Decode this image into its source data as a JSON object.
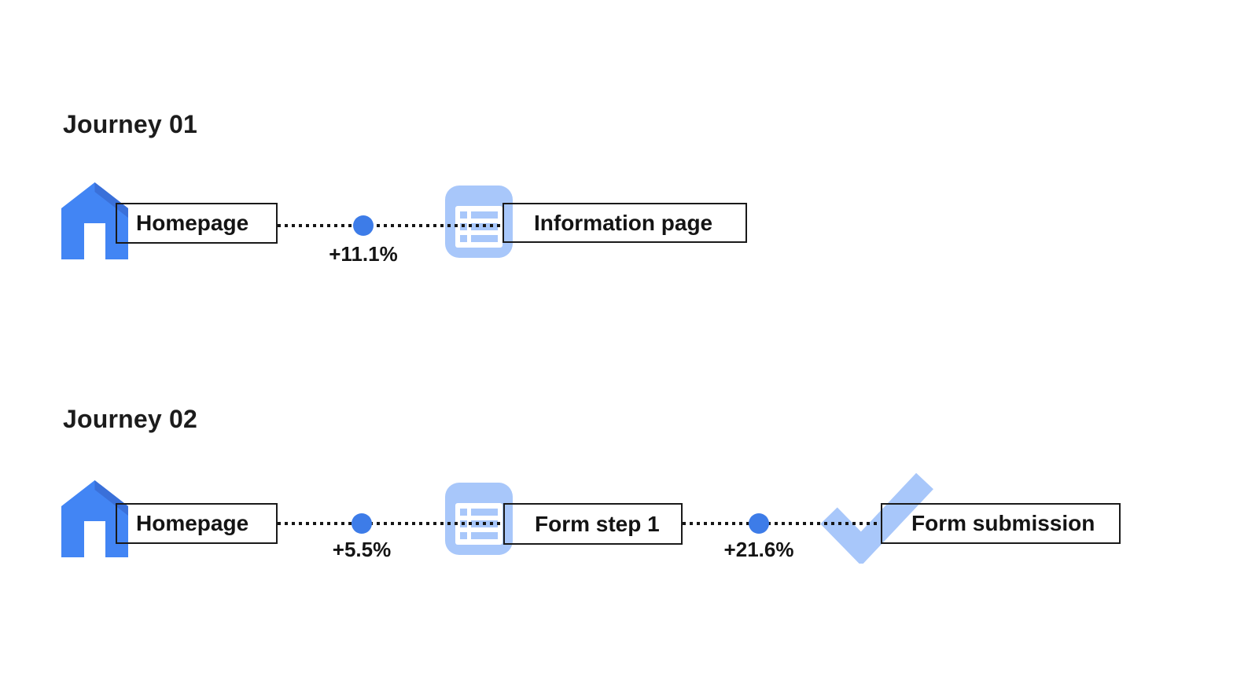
{
  "colors": {
    "primary_blue": "#4285F4",
    "primary_blue_shade": "#3a70d9",
    "light_blue": "#A8C7FA",
    "dot_blue": "#3d7ce8",
    "text": "#1a1a1a"
  },
  "journeys": [
    {
      "title": "Journey 01",
      "steps": [
        {
          "icon": "home-icon",
          "label": "Homepage"
        },
        {
          "icon": "list-page-icon",
          "label": "Information page"
        }
      ],
      "transitions": [
        {
          "value": "+11.1%"
        }
      ]
    },
    {
      "title": "Journey 02",
      "steps": [
        {
          "icon": "home-icon",
          "label": "Homepage"
        },
        {
          "icon": "list-page-icon",
          "label": "Form step 1"
        },
        {
          "icon": "check-icon",
          "label": "Form submission"
        }
      ],
      "transitions": [
        {
          "value": "+5.5%"
        },
        {
          "value": "+21.6%"
        }
      ]
    }
  ]
}
